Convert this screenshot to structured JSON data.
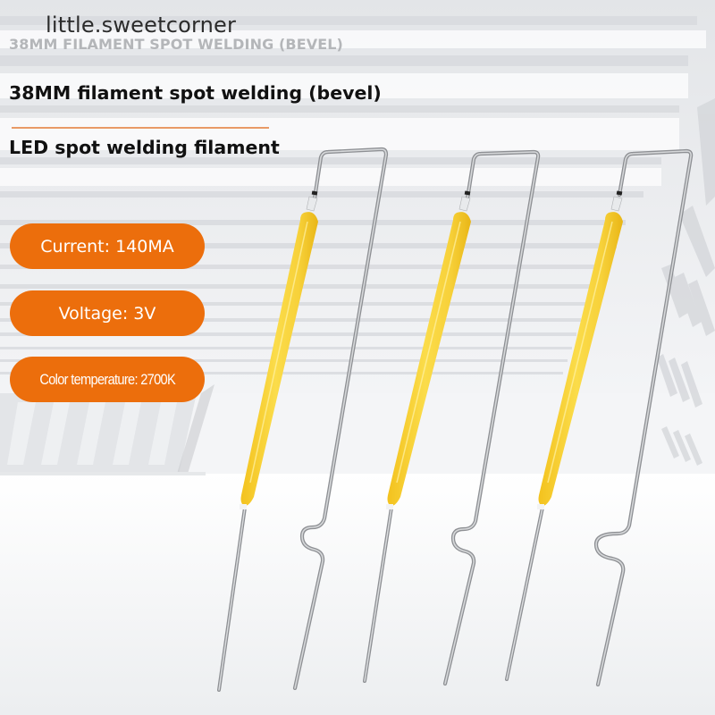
{
  "watermark": "little.sweetcorner",
  "header": {
    "ghost_title": "38MM FILAMENT SPOT WELDING (BEVEL)",
    "title": "38MM filament spot welding (bevel)",
    "subtitle": "LED spot welding filament"
  },
  "specs": [
    {
      "label": "Current: 140MA"
    },
    {
      "label": "Voltage: 3V"
    },
    {
      "label": "Color temperature: 2700K"
    }
  ],
  "colors": {
    "accent_orange": "#ec6e0c",
    "accent_line": "#e99a66",
    "filament_yellow": "#f8d53c",
    "wire_silver": "#a9abae",
    "background": "#f4f5f7"
  },
  "product": {
    "filament_count": 3,
    "filament_length": "38MM"
  }
}
